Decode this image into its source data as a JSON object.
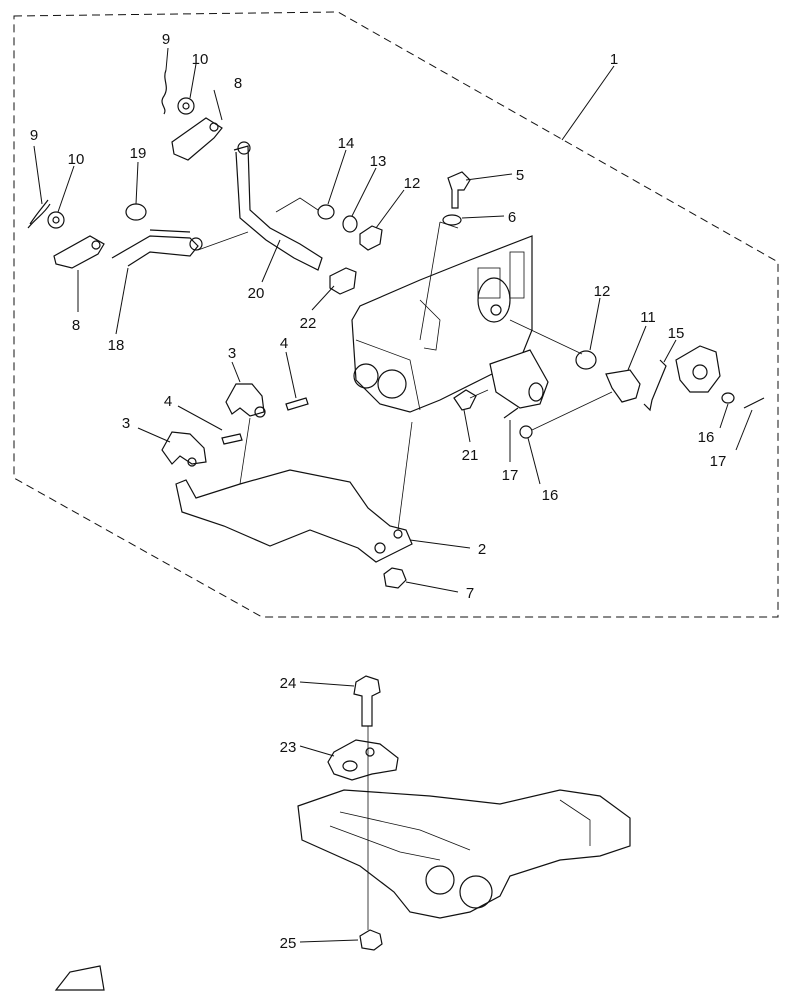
{
  "diagram": {
    "callouts": [
      {
        "id": "c1",
        "text": "1"
      },
      {
        "id": "c2",
        "text": "2"
      },
      {
        "id": "c3a",
        "text": "3"
      },
      {
        "id": "c3b",
        "text": "3"
      },
      {
        "id": "c4a",
        "text": "4"
      },
      {
        "id": "c4b",
        "text": "4"
      },
      {
        "id": "c5",
        "text": "5"
      },
      {
        "id": "c6",
        "text": "6"
      },
      {
        "id": "c7",
        "text": "7"
      },
      {
        "id": "c8a",
        "text": "8"
      },
      {
        "id": "c8b",
        "text": "8"
      },
      {
        "id": "c9a",
        "text": "9"
      },
      {
        "id": "c9b",
        "text": "9"
      },
      {
        "id": "c10a",
        "text": "10"
      },
      {
        "id": "c10b",
        "text": "10"
      },
      {
        "id": "c11",
        "text": "11"
      },
      {
        "id": "c12a",
        "text": "12"
      },
      {
        "id": "c12b",
        "text": "12"
      },
      {
        "id": "c13",
        "text": "13"
      },
      {
        "id": "c14",
        "text": "14"
      },
      {
        "id": "c15",
        "text": "15"
      },
      {
        "id": "c16a",
        "text": "16"
      },
      {
        "id": "c16b",
        "text": "16"
      },
      {
        "id": "c17a",
        "text": "17"
      },
      {
        "id": "c17b",
        "text": "17"
      },
      {
        "id": "c18",
        "text": "18"
      },
      {
        "id": "c19",
        "text": "19"
      },
      {
        "id": "c20",
        "text": "20"
      },
      {
        "id": "c21",
        "text": "21"
      },
      {
        "id": "c22",
        "text": "22"
      },
      {
        "id": "c23",
        "text": "23"
      },
      {
        "id": "c24",
        "text": "24"
      },
      {
        "id": "c25",
        "text": "25"
      }
    ]
  }
}
